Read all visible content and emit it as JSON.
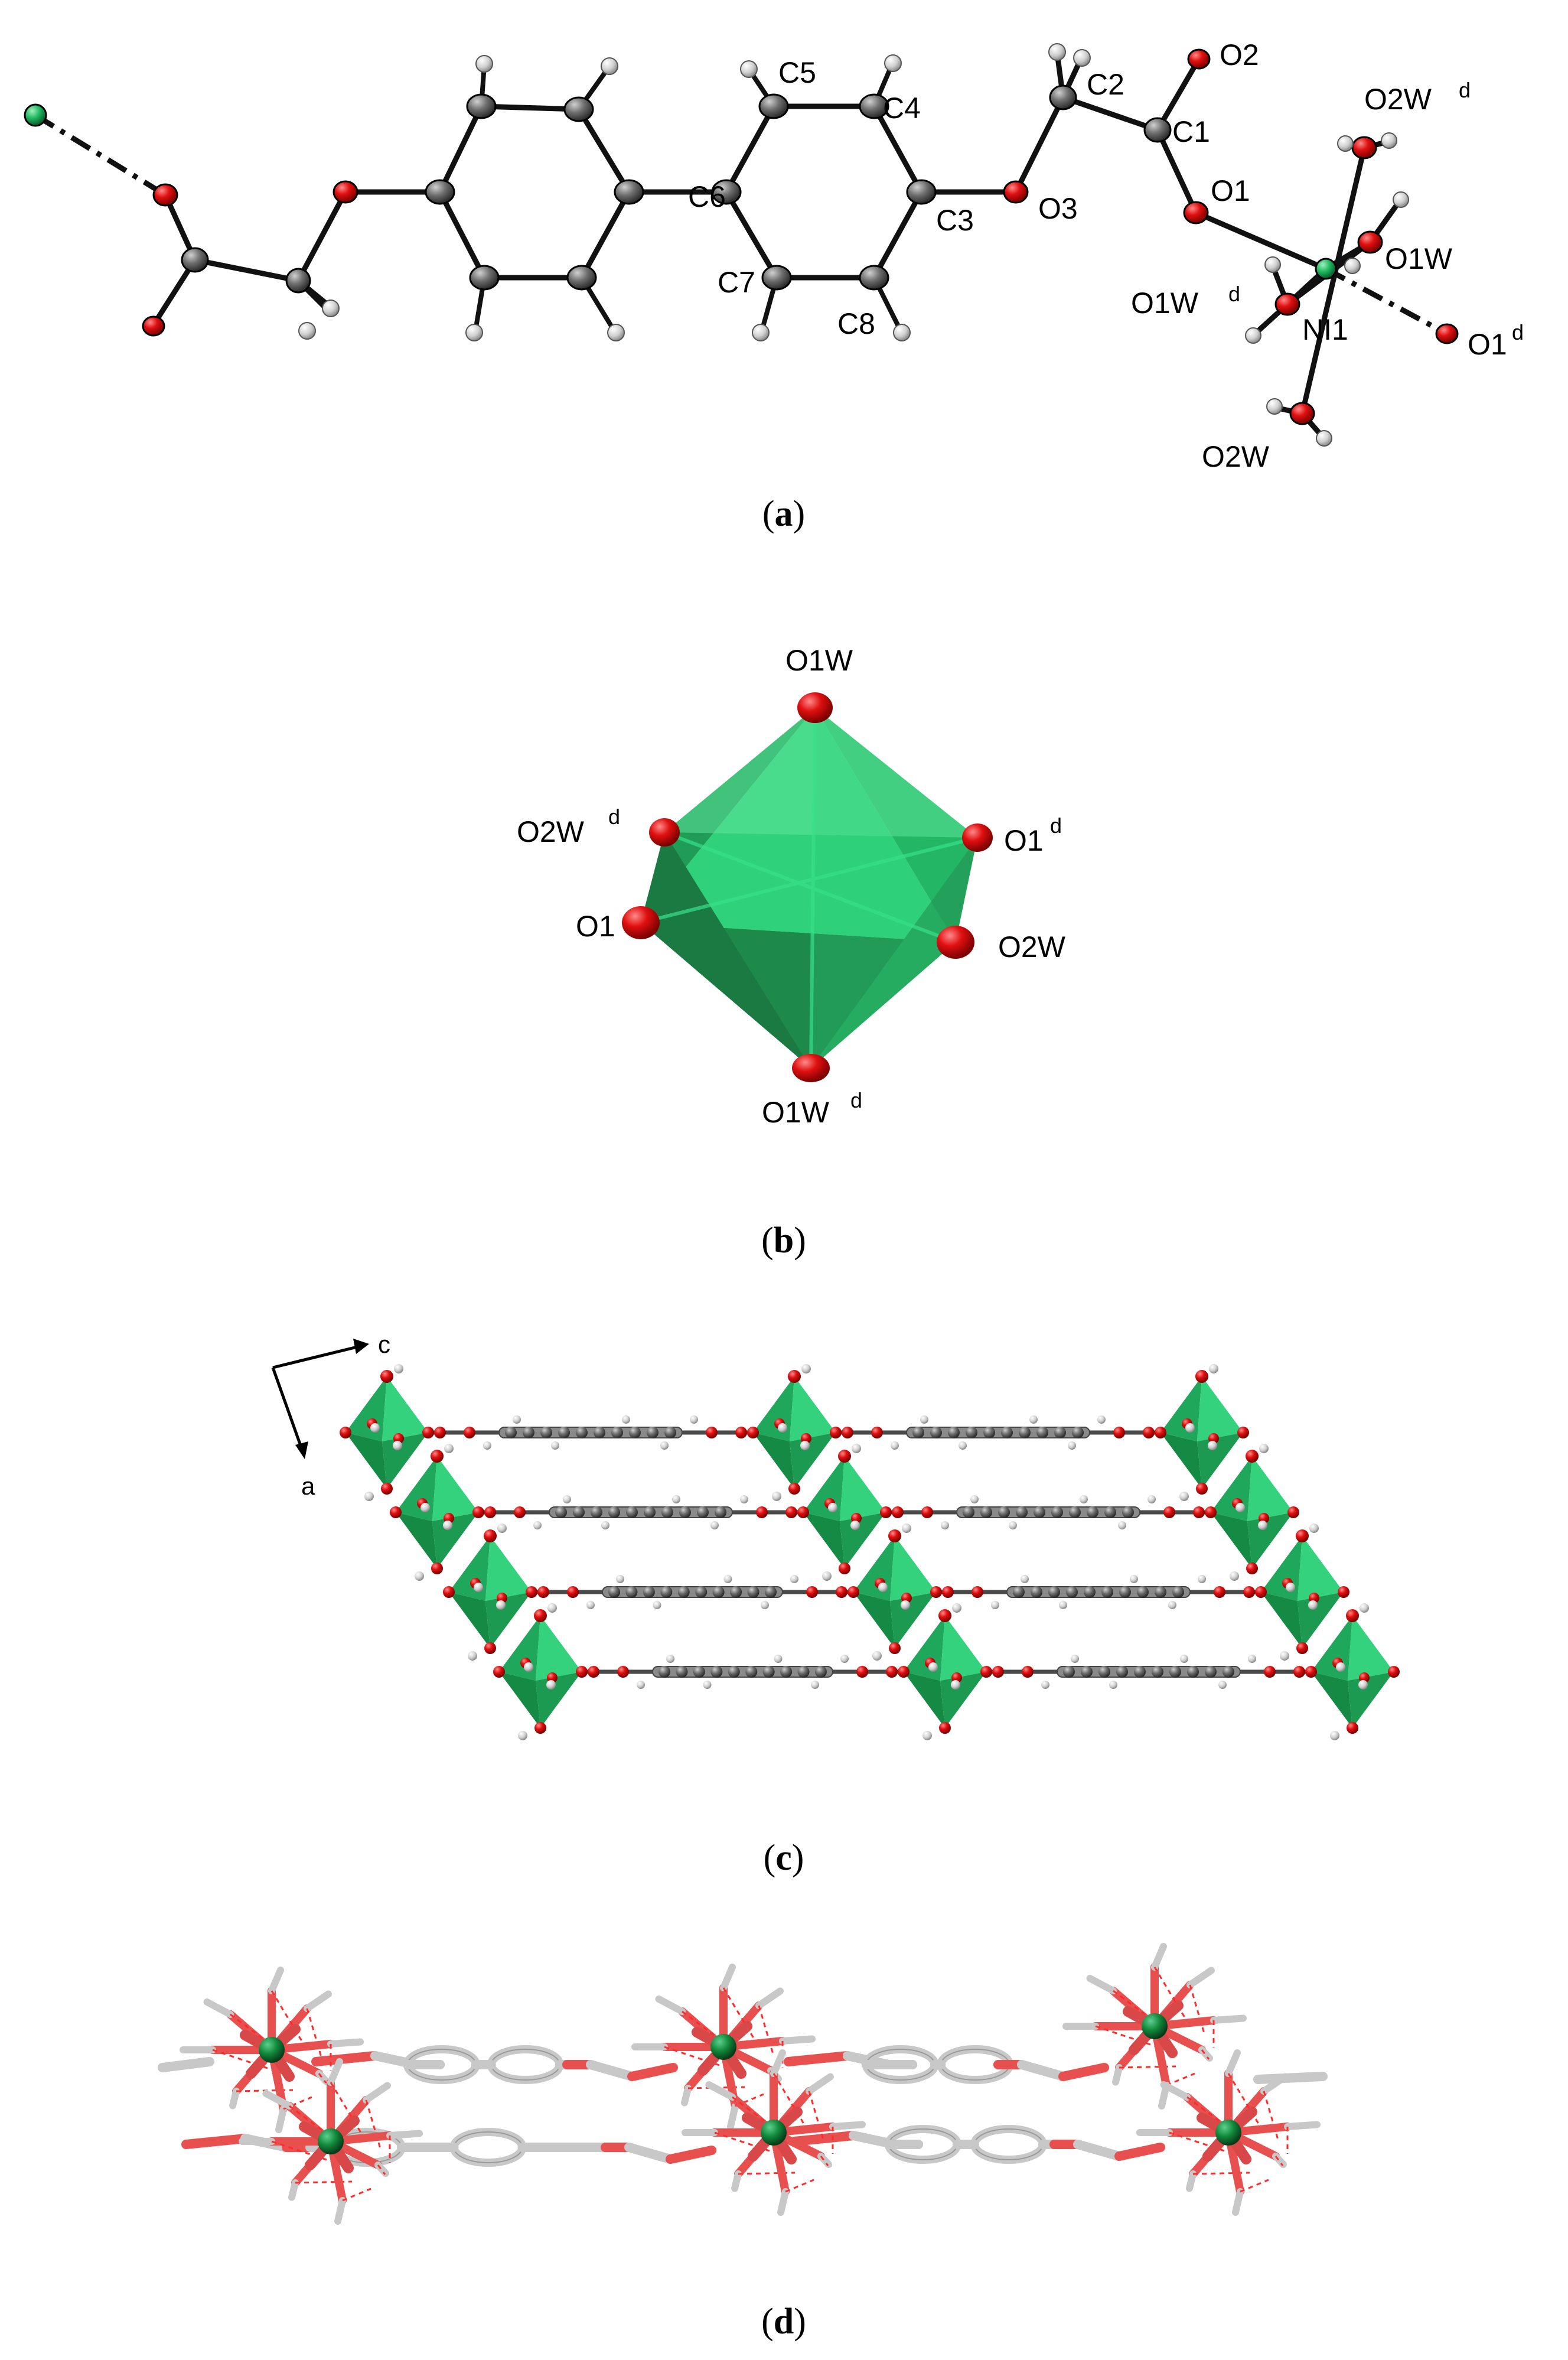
{
  "panels": {
    "a": {
      "caption": {
        "open": "(",
        "letter": "a",
        "close": ")"
      },
      "atoms": [
        "O2",
        "C2",
        "C1",
        "C5",
        "C4",
        "O2W",
        "d",
        "C6",
        "O1",
        "C3",
        "O3",
        "O1W",
        "C7",
        "C8",
        "O1W",
        "d",
        "NI1",
        "O1",
        "d",
        "O2W"
      ]
    },
    "b": {
      "caption": {
        "open": "(",
        "letter": "b",
        "close": ")"
      },
      "vertices": [
        "O1W",
        "O2W",
        "d",
        "O1",
        "d",
        "O1",
        "O2W",
        "O1W",
        "d"
      ]
    },
    "c": {
      "caption": {
        "open": "(",
        "letter": "c",
        "close": ")"
      },
      "axes": [
        "c",
        "a"
      ]
    },
    "d": {
      "caption": {
        "open": "(",
        "letter": "d",
        "close": ")"
      }
    }
  },
  "colors": {
    "oxygen": "#e01010",
    "carbon": "#707070",
    "hydrogen": "#d8d8d8",
    "nickel": "#1fb860",
    "polyhedron": "#2fd27a",
    "stick_oxygen": "#e85050",
    "stick_carbon": "#c8c8c8",
    "stick_nickel": "#138a3c"
  }
}
